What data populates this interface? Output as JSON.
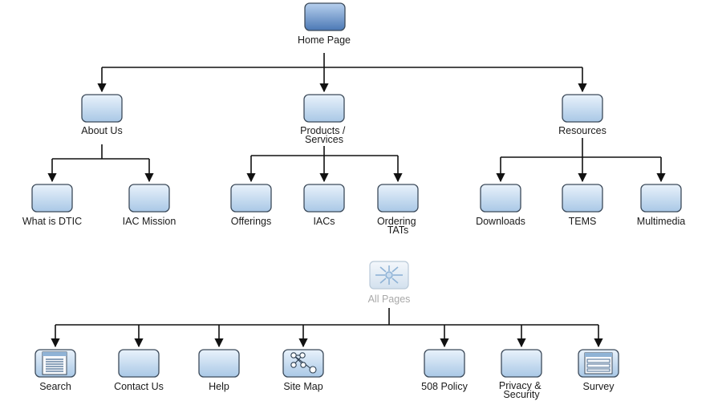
{
  "site_map": {
    "home": {
      "label": [
        "Home Page"
      ]
    },
    "sections": [
      {
        "label": [
          "About Us"
        ],
        "children": [
          {
            "label": [
              "What is DTIC"
            ]
          },
          {
            "label": [
              "IAC Mission"
            ]
          }
        ]
      },
      {
        "label": [
          "Products /",
          "Services"
        ],
        "children": [
          {
            "label": [
              "Offerings"
            ]
          },
          {
            "label": [
              "IACs"
            ]
          },
          {
            "label": [
              "Ordering",
              "TATs"
            ]
          }
        ]
      },
      {
        "label": [
          "Resources"
        ],
        "children": [
          {
            "label": [
              "Downloads"
            ]
          },
          {
            "label": [
              "TEMS"
            ]
          },
          {
            "label": [
              "Multimedia"
            ]
          }
        ]
      }
    ]
  },
  "all_pages": {
    "root": {
      "label": [
        "All Pages"
      ],
      "icon": "network-hub-icon"
    },
    "children": [
      {
        "label": [
          "Search"
        ],
        "icon": "document-list-icon"
      },
      {
        "label": [
          "Contact Us"
        ]
      },
      {
        "label": [
          "Help"
        ]
      },
      {
        "label": [
          "Site Map"
        ],
        "icon": "sitemap-nodes-icon"
      },
      {
        "label": [
          "508 Policy"
        ]
      },
      {
        "label": [
          "Privacy &",
          "Security"
        ]
      },
      {
        "label": [
          "Survey"
        ],
        "icon": "table-form-icon"
      }
    ]
  },
  "colors": {
    "box_fill_top": "#e9f2fb",
    "box_fill_bottom": "#a9c8e6",
    "box_stroke": "#3c4a5a",
    "home_fill_top": "#b7d0ee",
    "home_fill_bottom": "#4b78b5",
    "connector": "#111111",
    "faded_label": "#a9a9a9"
  }
}
